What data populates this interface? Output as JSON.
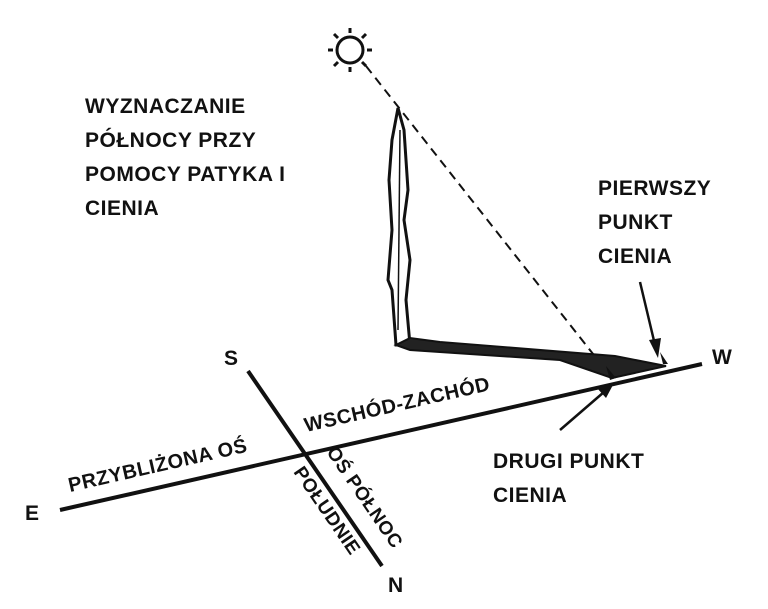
{
  "title": {
    "lines": [
      "WYZNACZANIE",
      "PÓŁNOCY PRZY",
      "POMOCY PATYKA I",
      "CIENIA"
    ]
  },
  "first_point": {
    "lines": [
      "PIERWSZY",
      "PUNKT",
      "CIENIA"
    ]
  },
  "second_point": {
    "lines": [
      "DRUGI PUNKT",
      "CIENIA"
    ]
  },
  "axes": {
    "east_west_left": "PRZYBLIŻONA OŚ",
    "east_west_right": "WSCHÓD-ZACHÓD",
    "north_south_right": "OŚ PÓŁNOC",
    "north_south_left": "POŁUDNIE"
  },
  "directions": {
    "west": "W",
    "east": "E",
    "south": "S",
    "north": "N"
  },
  "colors": {
    "ink": "#111111",
    "background": "#ffffff"
  }
}
